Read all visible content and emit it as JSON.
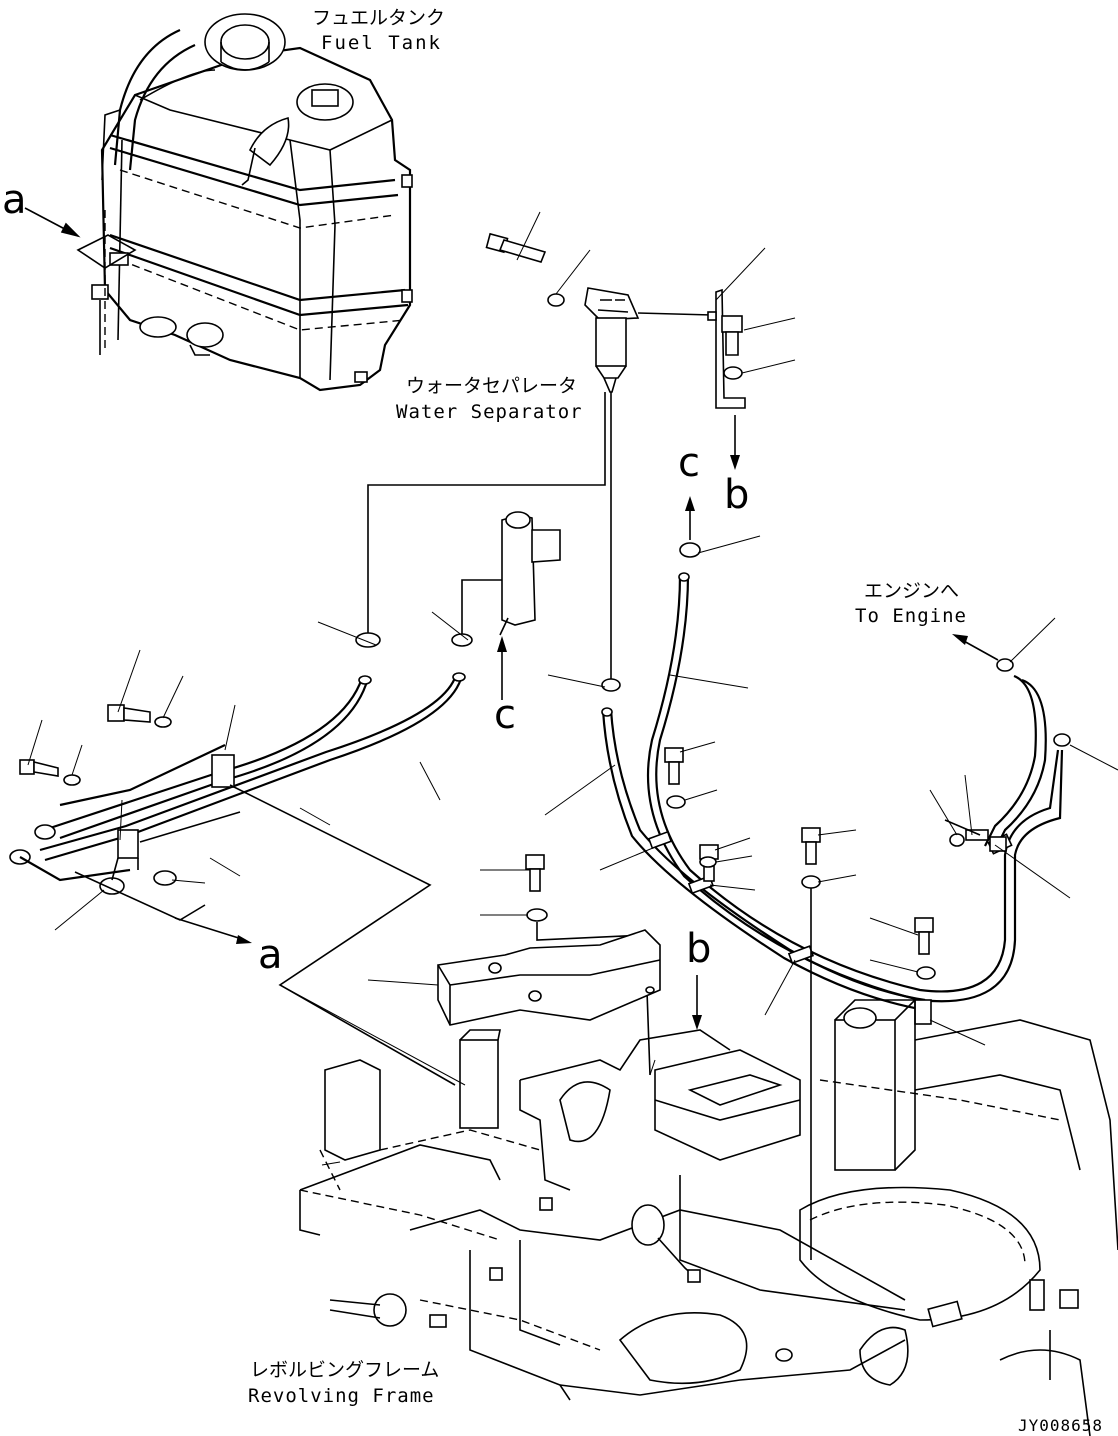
{
  "labels": {
    "fuel_tank_jp": "フュエルタンク",
    "fuel_tank_en": "Fuel Tank",
    "water_separator_jp": "ウォータセパレータ",
    "water_separator_en": "Water Separator",
    "to_engine_jp": "エンジンへ",
    "to_engine_en": "To Engine",
    "revolving_frame_jp": "レボルビングフレーム",
    "revolving_frame_en": "Revolving Frame"
  },
  "callouts": {
    "a": "a",
    "b": "b",
    "c": "c"
  },
  "drawing_id": "JY008658"
}
